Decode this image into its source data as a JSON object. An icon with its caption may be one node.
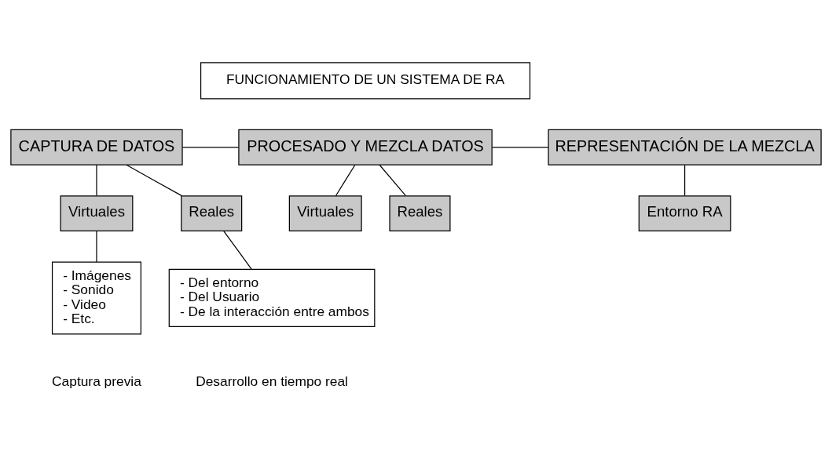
{
  "diagram": {
    "nodes": [
      {
        "text": [
          "FUNCIONAMIENTO DE UN SISTEMA DE RA"
        ]
      },
      {
        "text": [
          "CAPTURA DE DATOS"
        ]
      },
      {
        "text": [
          "PROCESADO Y MEZCLA DATOS"
        ]
      },
      {
        "text": [
          "REPRESENTACIÓN DE LA MEZCLA"
        ]
      },
      {
        "text": [
          "Virtuales"
        ]
      },
      {
        "text": [
          "Reales"
        ]
      },
      {
        "text": [
          "Reales"
        ]
      },
      {
        "text": [
          "Virtuales"
        ]
      },
      {
        "text": [
          "Entorno RA"
        ]
      },
      {
        "text": [
          "- Imágenes",
          "- Sonido",
          "- Video",
          "- Etc."
        ]
      },
      {
        "text": [
          "- Del entorno",
          "- Del Usuario",
          "- De la interacción entre ambos"
        ]
      }
    ],
    "edges": [
      {
        "from": 1,
        "to": 2,
        "arrow": "none"
      },
      {
        "from": 2,
        "to": 3,
        "arrow": "none"
      },
      {
        "from": 1,
        "to": 4,
        "arrow": "none"
      },
      {
        "from": 1,
        "to": 5,
        "arrow": "none"
      },
      {
        "from": 2,
        "to": 6,
        "arrow": "none"
      },
      {
        "from": 2,
        "to": 7,
        "arrow": "none"
      },
      {
        "from": 3,
        "to": 8,
        "arrow": "none"
      },
      {
        "from": 4,
        "to": 9,
        "arrow": "none"
      },
      {
        "from": 5,
        "to": 10,
        "arrow": "none"
      }
    ],
    "labels": [
      "Captura previa",
      "Desarrollo en tiempo real"
    ]
  }
}
